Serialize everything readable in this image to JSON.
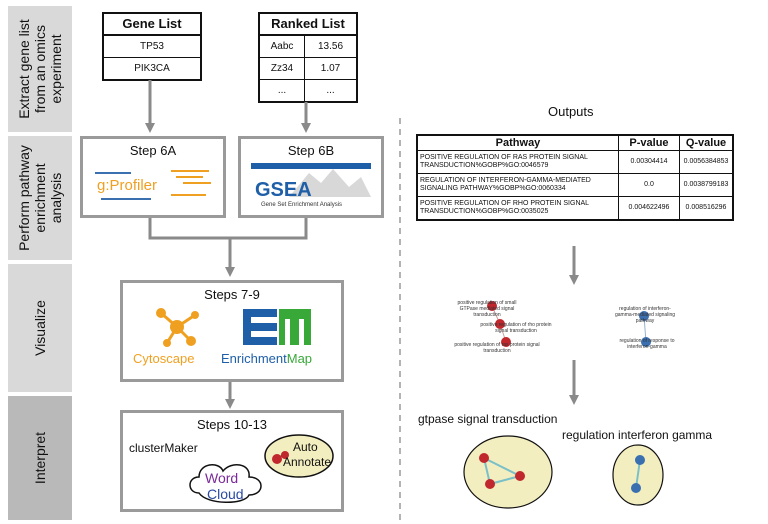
{
  "side_labels": [
    "Extract gene list\nfrom an omics\nexperiment",
    "Perform pathway\nenrichment\nanalysis",
    "Visualize",
    "Interpret"
  ],
  "gene_list": {
    "header": "Gene List",
    "rows": [
      "TP53",
      "PIK3CA"
    ]
  },
  "ranked_list": {
    "header": "Ranked List",
    "rows": [
      [
        "Aabc",
        "13.56"
      ],
      [
        "Zz34",
        "1.07"
      ],
      [
        "...",
        "..."
      ]
    ]
  },
  "step_6a": {
    "label": "Step 6A",
    "logo_text": "g:Profiler"
  },
  "step_6b": {
    "label": "Step 6B",
    "logo_text": "GSEA",
    "logo_caption": "Gene Set Enrichment Analysis"
  },
  "steps_7_9": {
    "label": "Steps 7-9",
    "cytoscape": "Cytoscape",
    "enrichment": "Enrichment",
    "map": "Map"
  },
  "steps_10_13": {
    "label": "Steps 10-13",
    "clustermaker": "clusterMaker",
    "word": "Word",
    "cloud": "Cloud",
    "auto": "Auto",
    "annotate": "Annotate"
  },
  "outputs": {
    "title": "Outputs",
    "headers": [
      "Pathway",
      "P-value",
      "Q-value"
    ],
    "rows": [
      [
        "POSITIVE REGULATION OF RAS PROTEIN SIGNAL TRANSDUCTION%GOBP%GO:0046579",
        "0.00304414",
        "0.0056384853"
      ],
      [
        "REGULATION OF INTERFERON-GAMMA-MEDIATED SIGNALING PATHWAY%GOBP%GO:0060334",
        "0.0",
        "0.0038799183"
      ],
      [
        "POSITIVE REGULATION OF RHO PROTEIN SIGNAL TRANSDUCTION%GOBP%GO:0035025",
        "0.004622496",
        "0.008516296"
      ]
    ]
  },
  "network": {
    "left_labels": [
      "positive regulation of small GTPase mediated signal transduction",
      "positive regulation of rho protein signal transduction",
      "positive regulation of ras protein signal transduction"
    ],
    "right_labels": [
      "regulation of interferon-gamma-mediated signaling pathway",
      "regulation of response to interferon-gamma"
    ]
  },
  "clusters": {
    "left": "gtpase signal transduction",
    "right": "regulation interferon gamma"
  },
  "colors": {
    "arrow": "#8a8a8a",
    "box_border": "#9a9a9a",
    "red_node": "#c0282d",
    "blue_node": "#3a6fb0",
    "cluster_fill": "#f3eec0",
    "cytoscape": "#f0a020",
    "em_green": "#38a838",
    "em_blue": "#1f5fa8"
  }
}
